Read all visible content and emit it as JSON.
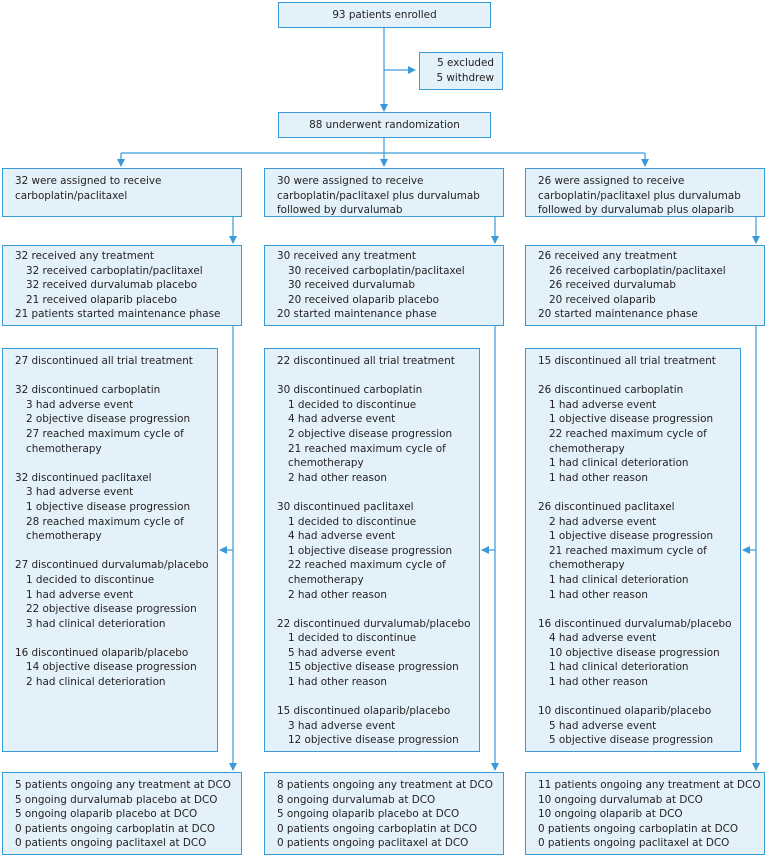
{
  "enrolled": "93 patients enrolled",
  "excluded": [
    "5 excluded",
    "5 withdrew"
  ],
  "randomized": "88 underwent randomization",
  "arms": [
    {
      "assigned": [
        "32 were assigned to receive",
        "carboplatin/paclitaxel"
      ],
      "treatment": [
        "32 received any treatment",
        "  32 received carboplatin/paclitaxel",
        "  32 received durvalumab placebo",
        "  21 received olaparib placebo",
        "21 patients started maintenance phase"
      ],
      "discontinued": [
        "27 discontinued all trial treatment",
        "",
        "32 discontinued carboplatin",
        "  3 had adverse event",
        "  2 objective disease progression",
        "  27 reached maximum cycle of",
        "  chemotherapy",
        "",
        "32 discontinued paclitaxel",
        "  3 had adverse event",
        "  1 objective disease progression",
        "  28 reached maximum cycle of",
        "  chemotherapy",
        "",
        "27 discontinued durvalumab/placebo",
        "  1 decided to discontinue",
        "  1 had adverse event",
        "  22 objective disease progression",
        "  3 had clinical deterioration",
        "",
        "16 discontinued olaparib/placebo",
        "  14 objective disease progression",
        "  2 had clinical deterioration"
      ],
      "ongoing": [
        "5 patients ongoing any treatment at DCO",
        "5 ongoing durvalumab placebo at DCO",
        "5 ongoing olaparib placebo at DCO",
        "0 patients ongoing carboplatin at DCO",
        "0 patients ongoing paclitaxel at DCO"
      ]
    },
    {
      "assigned": [
        "30 were assigned to receive",
        "carboplatin/paclitaxel plus durvalumab",
        "followed by durvalumab"
      ],
      "treatment": [
        "30 received any treatment",
        "  30 received carboplatin/paclitaxel",
        "  30 received durvalumab",
        "  20 received olaparib placebo",
        "20 started maintenance phase"
      ],
      "discontinued": [
        "22 discontinued all trial treatment",
        "",
        "30 discontinued carboplatin",
        "  1 decided to discontinue",
        "  4 had adverse event",
        "  2 objective disease progression",
        "  21 reached maximum cycle of",
        "  chemotherapy",
        "  2 had other reason",
        "",
        "30 discontinued paclitaxel",
        "  1 decided to discontinue",
        "  4 had adverse event",
        "  1 objective disease progression",
        "  22 reached maximum cycle of",
        "  chemotherapy",
        "  2 had other reason",
        "",
        "22 discontinued durvalumab/placebo",
        "  1 decided to discontinue",
        "  5 had adverse event",
        "  15 objective disease progression",
        "  1 had other reason",
        "",
        "15 discontinued olaparib/placebo",
        "  3 had adverse event",
        "  12 objective disease progression"
      ],
      "ongoing": [
        "8 patients ongoing any treatment at DCO",
        "8 ongoing durvalumab at DCO",
        "5 ongoing olaparib placebo at DCO",
        "0 patients ongoing carboplatin at DCO",
        "0 patients ongoing paclitaxel at DCO"
      ]
    },
    {
      "assigned": [
        "26 were assigned to receive",
        "carboplatin/paclitaxel plus durvalumab",
        "followed by durvalumab plus olaparib"
      ],
      "treatment": [
        "26 received any treatment",
        "  26 received carboplatin/paclitaxel",
        "  26 received durvalumab",
        "  20 received olaparib",
        "20 started maintenance phase"
      ],
      "discontinued": [
        "15 discontinued all trial treatment",
        "",
        "26 discontinued carboplatin",
        "  1 had adverse event",
        "  1 objective disease progression",
        "  22 reached maximum cycle of",
        "  chemotherapy",
        "  1 had clinical deterioration",
        "  1 had other reason",
        "",
        "26 discontinued paclitaxel",
        "  2 had adverse event",
        "  1 objective disease progression",
        "  21 reached maximum cycle of",
        "  chemotherapy",
        "  1 had clinical deterioration",
        "  1 had other reason",
        "",
        "16 discontinued durvalumab/placebo",
        "  4 had adverse event",
        "  10 objective disease progression",
        "  1 had clinical deterioration",
        "  1 had other reason",
        "",
        "10 discontinued olaparib/placebo",
        "  5 had adverse event",
        "  5 objective disease progression"
      ],
      "ongoing": [
        "11 patients ongoing any treatment at DCO",
        "10 ongoing durvalumab at DCO",
        "10 ongoing olaparib at DCO",
        "0 patients ongoing carboplatin at DCO",
        "0 patients ongoing paclitaxel at DCO"
      ]
    }
  ],
  "colors": {
    "box_fill": "#e3f1fa",
    "box_border": "#3a9ad9",
    "arrow": "#3a9ad9",
    "text": "#231f20"
  }
}
